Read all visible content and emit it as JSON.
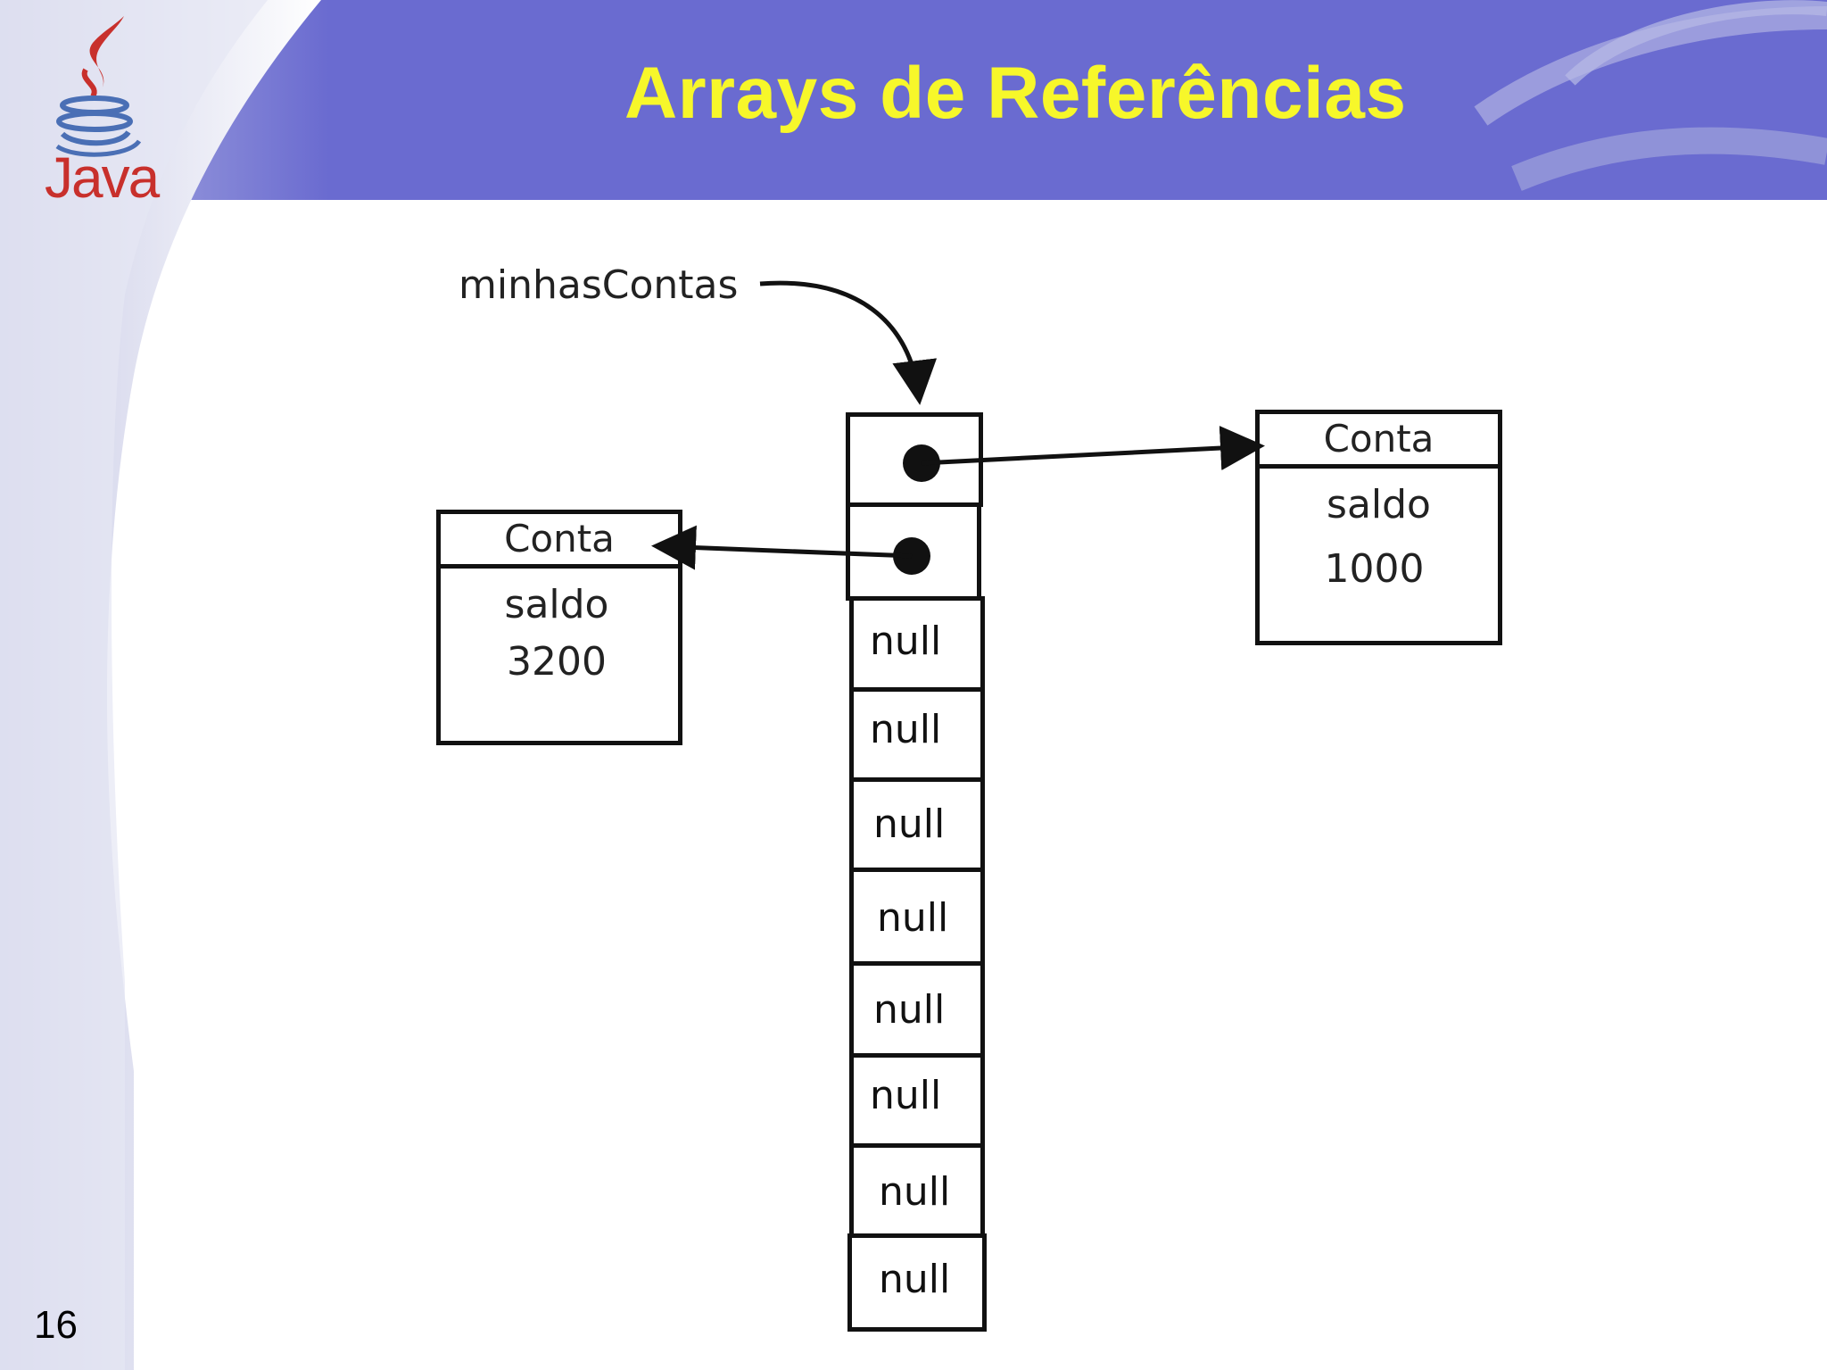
{
  "slide": {
    "title": "Arrays de Referências",
    "page_number": "16",
    "logo_text": "Java"
  },
  "diagram": {
    "variable_label": "minhasContas",
    "array_cells": [
      {
        "index": 0,
        "content": "ref"
      },
      {
        "index": 1,
        "content": "ref"
      },
      {
        "index": 2,
        "content": "null"
      },
      {
        "index": 3,
        "content": "null"
      },
      {
        "index": 4,
        "content": "null"
      },
      {
        "index": 5,
        "content": "null"
      },
      {
        "index": 6,
        "content": "null"
      },
      {
        "index": 7,
        "content": "null"
      },
      {
        "index": 8,
        "content": "null"
      },
      {
        "index": 9,
        "content": "null"
      }
    ],
    "objects": [
      {
        "id": "conta-right",
        "class_name": "Conta",
        "field_name": "saldo",
        "field_value": "1000",
        "referenced_by_index": 0
      },
      {
        "id": "conta-left",
        "class_name": "Conta",
        "field_name": "saldo",
        "field_value": "3200",
        "referenced_by_index": 1
      }
    ]
  },
  "colors": {
    "header": "#6a6bd0",
    "title": "#f7f72a",
    "java_red": "#c8302c",
    "java_blue": "#4a6fb5"
  }
}
